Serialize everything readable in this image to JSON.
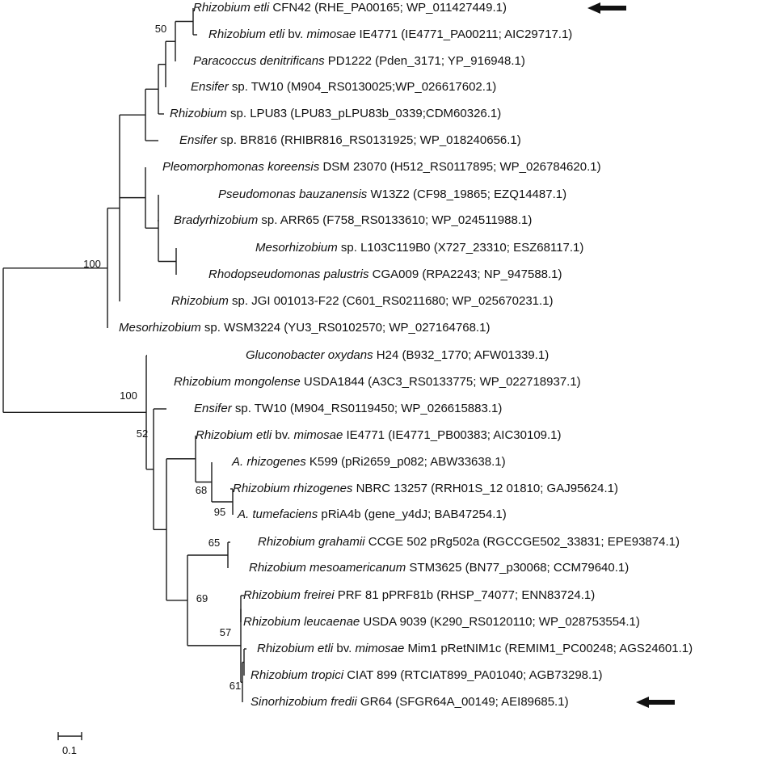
{
  "taxa": [
    {
      "genus": "Rhizobium etli",
      "rest": " CFN42 (RHE_PA00165; WP_011427449.1)",
      "arrow": true
    },
    {
      "genus": "Rhizobium etli",
      "rest": " bv. ",
      "genus2": "mimosae",
      "rest2": " IE4771 (IE4771_PA00211; AIC29717.1)"
    },
    {
      "genus": "Paracoccus denitrificans",
      "rest": " PD1222 (Pden_3171; YP_916948.1)"
    },
    {
      "genus": "Ensifer",
      "rest": " sp. TW10 (M904_RS0130025;WP_026617602.1)"
    },
    {
      "genus": "Rhizobium",
      "rest": " sp. LPU83 (LPU83_pLPU83b_0339;CDM60326.1)"
    },
    {
      "genus": "Ensifer",
      "rest": " sp. BR816 (RHIBR816_RS0131925; WP_018240656.1)"
    },
    {
      "genus": "Pleomorphomonas koreensis",
      "rest": " DSM 23070 (H512_RS0117895; WP_026784620.1)"
    },
    {
      "genus": "Pseudomonas bauzanensis",
      "rest": " W13Z2 (CF98_19865; EZQ14487.1)"
    },
    {
      "genus": "Bradyrhizobium",
      "rest": " sp. ARR65 (F758_RS0133610; WP_024511988.1)"
    },
    {
      "genus": "Mesorhizobium",
      "rest": " sp. L103C119B0 (X727_23310; ESZ68117.1)"
    },
    {
      "genus": "Rhodopseudomonas palustris",
      "rest": " CGA009 (RPA2243; NP_947588.1)"
    },
    {
      "genus": "Rhizobium",
      "rest": " sp. JGI 001013-F22 (C601_RS0211680; WP_025670231.1)"
    },
    {
      "genus": "Mesorhizobium",
      "rest": " sp. WSM3224 (YU3_RS0102570; WP_027164768.1)"
    },
    {
      "genus": "Gluconobacter oxydans",
      "rest": " H24 (B932_1770; AFW01339.1)"
    },
    {
      "genus": "Rhizobium mongolense",
      "rest": " USDA1844 (A3C3_RS0133775; WP_022718937.1)"
    },
    {
      "genus": "Ensifer",
      "rest": " sp. TW10 (M904_RS0119450; WP_026615883.1)"
    },
    {
      "genus": "Rhizobium etli",
      "rest": " bv. ",
      "genus2": "mimosae",
      "rest2": " IE4771 (IE4771_PB00383; AIC30109.1)"
    },
    {
      "genus": "A. rhizogenes",
      "rest": " K599 (pRi2659_p082; ABW33638.1)"
    },
    {
      "genus": "Rhizobium rhizogenes",
      "rest": " NBRC 13257 (RRH01S_12 01810; GAJ95624.1)"
    },
    {
      "genus": "A. tumefaciens",
      "rest": " pRiA4b (gene_y4dJ; BAB47254.1)"
    },
    {
      "genus": "Rhizobium grahamii",
      "rest": " CCGE 502 pRg502a (RGCCGE502_33831; EPE93874.1)"
    },
    {
      "genus": "Rhizobium mesoamericanum",
      "rest": " STM3625 (BN77_p30068; CCM79640.1)"
    },
    {
      "genus": "Rhizobium freirei",
      "rest": " PRF 81 pPRF81b (RHSP_74077; ENN83724.1)"
    },
    {
      "genus": "Rhizobium leucaenae",
      "rest": " USDA 9039 (K290_RS0120110; WP_028753554.1)"
    },
    {
      "genus": "Rhizobium etli",
      "rest": " bv. ",
      "genus2": "mimosae",
      "rest2": " Mim1 pRetNIM1c (REMIM1_PC00248; AGS24601.1)"
    },
    {
      "genus": "Rhizobium tropici",
      "rest": " CIAT 899 (RTCIAT899_PA01040; AGB73298.1)"
    },
    {
      "genus": "Sinorhizobium fredii",
      "rest": " GR64 (SFGR64A_00149; AEI89685.1)",
      "arrow": true
    }
  ],
  "bootstrap": [
    "50",
    "100",
    "100",
    "52",
    "68",
    "95",
    "65",
    "69",
    "57",
    "61"
  ],
  "scale_bar": {
    "label": "0.1"
  }
}
